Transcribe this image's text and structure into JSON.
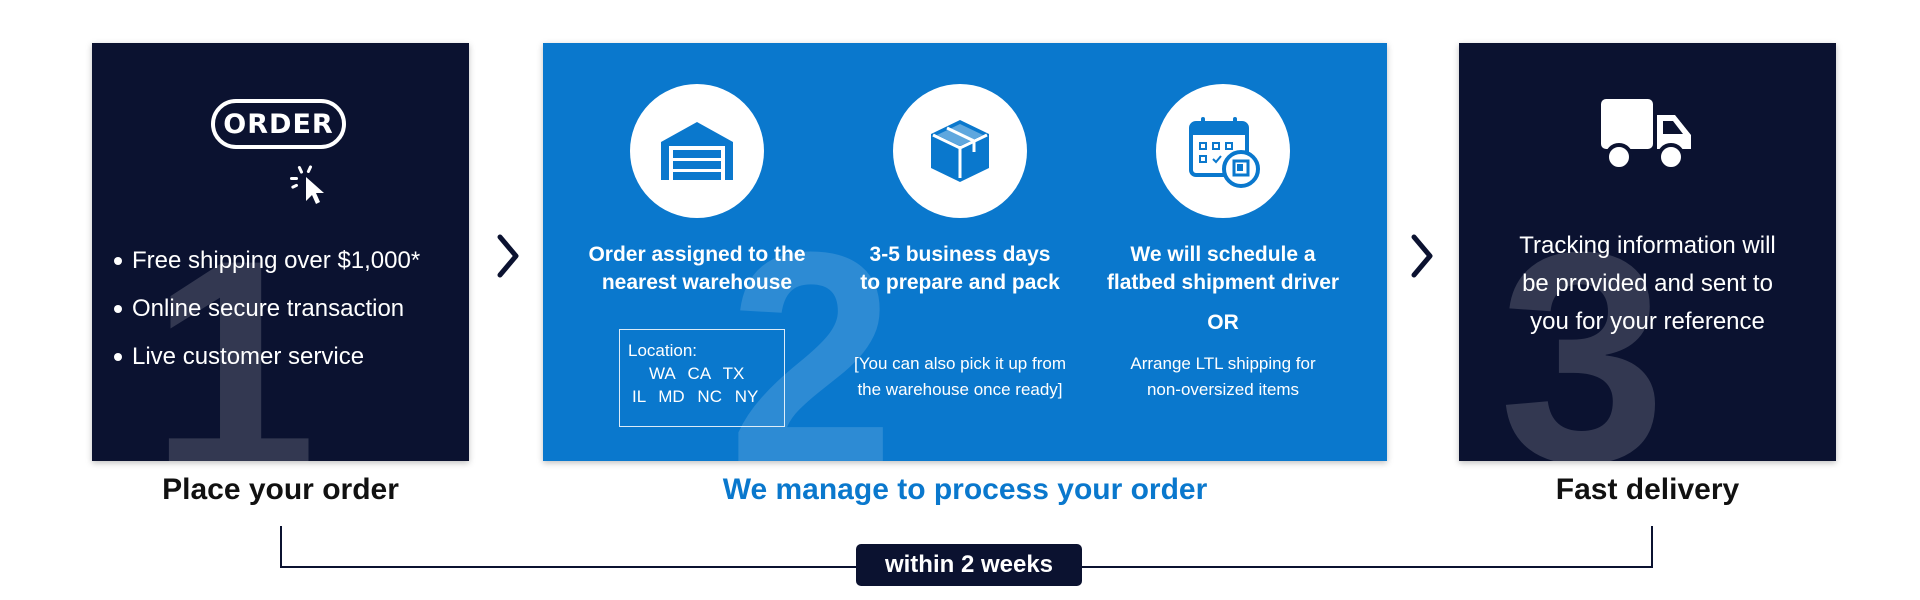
{
  "steps": [
    {
      "number": "1",
      "badge_text": "ORDER",
      "bullets": [
        "Free shipping over $1,000*",
        "Online secure transaction",
        "Live customer service"
      ],
      "label": "Place your order",
      "icons": [
        "order-badge-icon",
        "click-cursor-icon"
      ]
    },
    {
      "number": "2",
      "columns": [
        {
          "icon": "warehouse-icon",
          "title_lines": [
            "Order assigned to the",
            "nearest warehouse"
          ],
          "location": {
            "title": "Location:",
            "row1": "WA CA TX",
            "row2": "IL MD NC NY"
          }
        },
        {
          "icon": "package-box-icon",
          "title_lines": [
            "3-5 business days",
            "to prepare and pack"
          ],
          "note_lines": [
            "[You can also pick it up from",
            "the warehouse once ready]"
          ]
        },
        {
          "icon": "calendar-schedule-icon",
          "title_lines": [
            "We will schedule a",
            "flatbed shipment driver"
          ],
          "or_text": "OR",
          "note_lines": [
            "Arrange LTL shipping for",
            "non-oversized items"
          ]
        }
      ],
      "label": "We manage to process your order"
    },
    {
      "number": "3",
      "icon": "truck-icon",
      "text_lines": [
        "Tracking information will",
        "be provided and sent to",
        "you for your reference"
      ],
      "label": "Fast delivery"
    }
  ],
  "timeline": {
    "label": "within 2 weeks"
  },
  "colors": {
    "dark_navy": "#0b1230",
    "brand_blue": "#0a78cd",
    "white": "#ffffff"
  }
}
